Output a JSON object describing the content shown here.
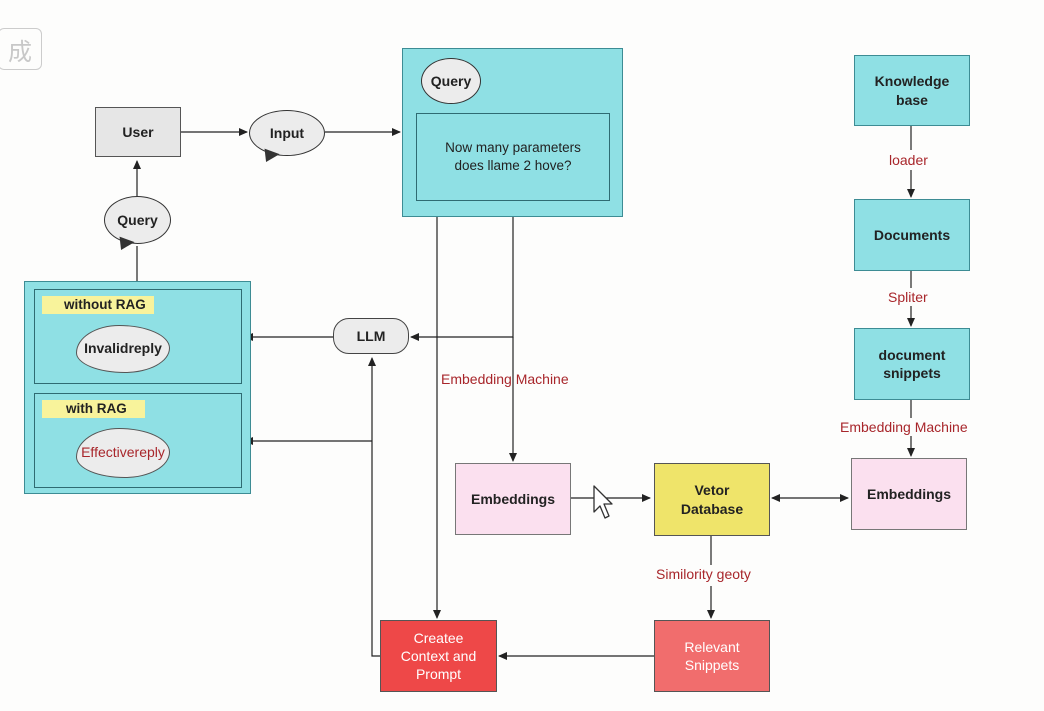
{
  "watermark": "成",
  "nodes": {
    "user": "User",
    "input": "Input",
    "query_top": "Query",
    "query_left": "Query",
    "question": [
      "Now many parameters",
      "does llame 2 hove?"
    ],
    "llm": "LLM",
    "knowledge_base": [
      "Knowledge",
      "base"
    ],
    "documents": "Documents",
    "document_snippets": [
      "document",
      "snippets"
    ],
    "embeddings_left": "Embeddings",
    "embeddings_right": "Embeddings",
    "vector_database": [
      "Vetor",
      "Database"
    ],
    "relevant_snippets": [
      "Relevant",
      "Snippets"
    ],
    "create_context": [
      "Createe",
      "Context and",
      "Prompt"
    ]
  },
  "results": {
    "without_rag_label": "without RAG",
    "invalid_reply": [
      "Invalid",
      "reply"
    ],
    "with_rag_label": "with RAG",
    "effective_reply": [
      "Effective",
      "reply"
    ]
  },
  "edge_labels": {
    "loader": "loader",
    "spliter": "Spliter",
    "embedding_machine_left": "Embedding Machine",
    "embedding_machine_right": "Embedding Machine",
    "similarity_query": "Similority geoty"
  },
  "colors": {
    "cyan": "#8fe0e4",
    "pink": "#fbe0ef",
    "yellow": "#efe46a",
    "red": "#ee4848",
    "edge_label": "#a8262b"
  }
}
